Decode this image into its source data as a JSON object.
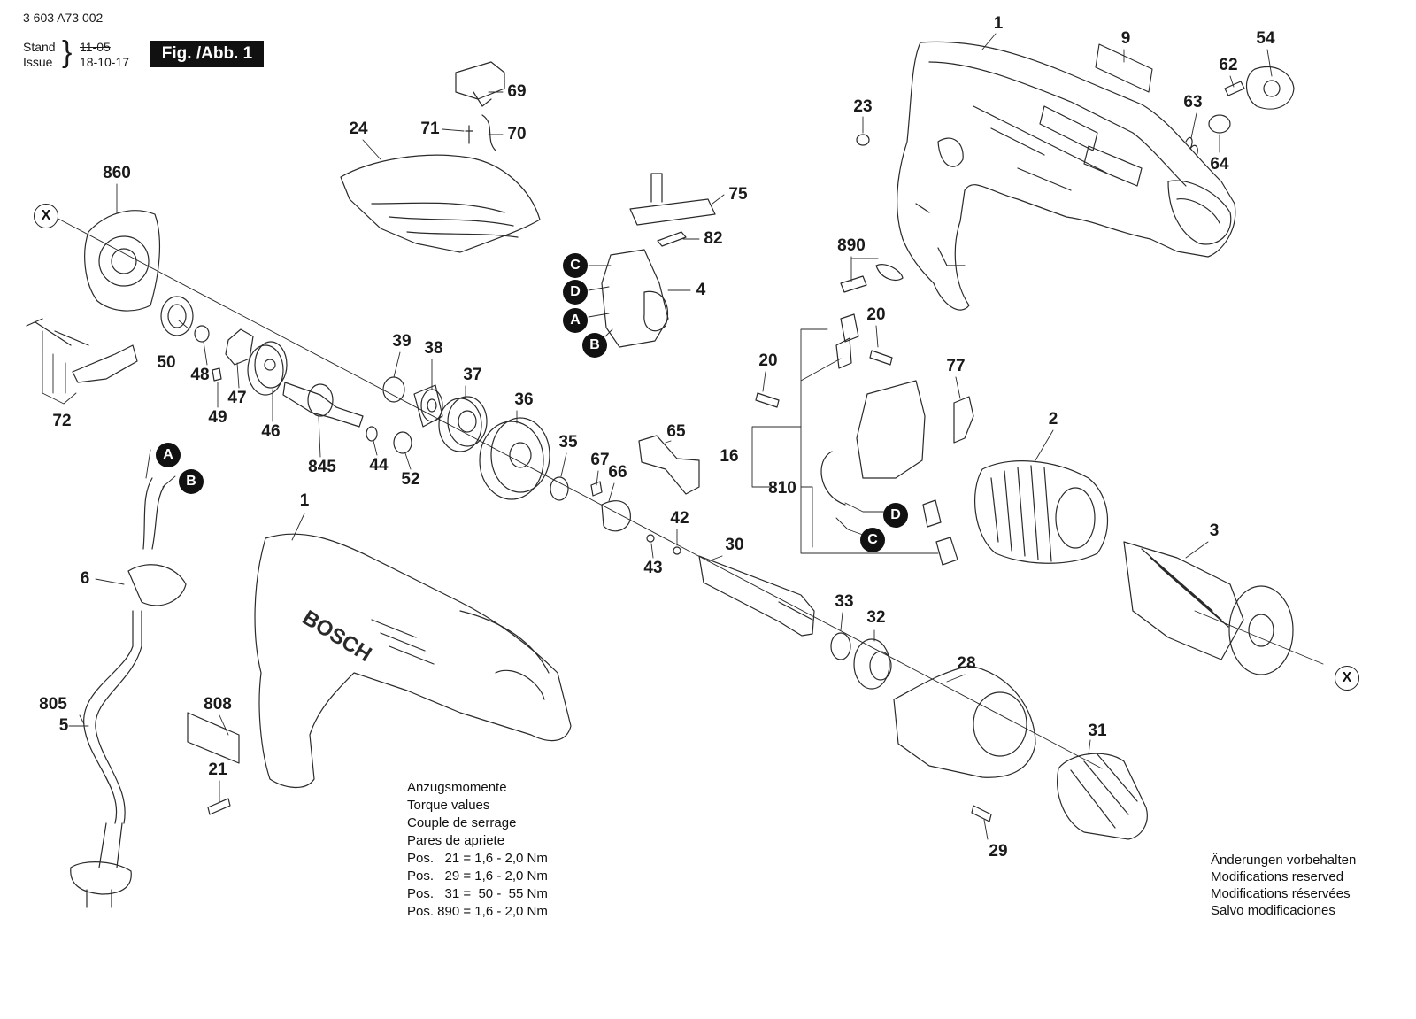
{
  "header": {
    "doc_number": "3 603 A73 002",
    "stand_label": "Stand",
    "issue_label": "Issue",
    "stand_value": "11-05",
    "issue_value": "18-10-17",
    "figure_label": "Fig. /Abb. 1"
  },
  "torque": {
    "title_de": "Anzugsmomente",
    "title_en": "Torque values",
    "title_fr": "Couple de serrage",
    "title_es": "Pares de apriete",
    "rows": [
      "Pos.   21 = 1,6 - 2,0 Nm",
      "Pos.   29 = 1,6 - 2,0 Nm",
      "Pos.   31 =  50 -  55 Nm",
      "Pos. 890 = 1,6 - 2,0 Nm"
    ]
  },
  "modifications": [
    "Änderungen vorbehalten",
    "Modifications reserved",
    "Modifications réservées",
    "Salvo modificaciones"
  ],
  "brand_on_housing": "BOSCH",
  "callouts": {
    "c1a": "1",
    "c9": "9",
    "c54": "54",
    "c62": "62",
    "c63": "63",
    "c64": "64",
    "c23": "23",
    "c69": "69",
    "c71": "71",
    "c70": "70",
    "c24": "24",
    "c860": "860",
    "c75": "75",
    "c82": "82",
    "c4": "4",
    "c890": "890",
    "c50": "50",
    "c48": "48",
    "c47": "47",
    "c49": "49",
    "c46": "46",
    "c72": "72",
    "c39": "39",
    "c38": "38",
    "c37": "37",
    "c36": "36",
    "c845": "845",
    "c44": "44",
    "c52": "52",
    "c20a": "20",
    "c20b": "20",
    "c77": "77",
    "c16": "16",
    "c810": "810",
    "c2": "2",
    "c65": "65",
    "c35": "35",
    "c67": "67",
    "c66": "66",
    "c42": "42",
    "c43": "43",
    "c30": "30",
    "c3": "3",
    "c1b": "1",
    "c6": "6",
    "c805": "805",
    "c5": "5",
    "c808": "808",
    "c21": "21",
    "c33": "33",
    "c32": "32",
    "c28": "28",
    "c31": "31",
    "c29": "29"
  },
  "markers": {
    "A": "A",
    "B": "B",
    "C": "C",
    "D": "D",
    "X": "X"
  }
}
